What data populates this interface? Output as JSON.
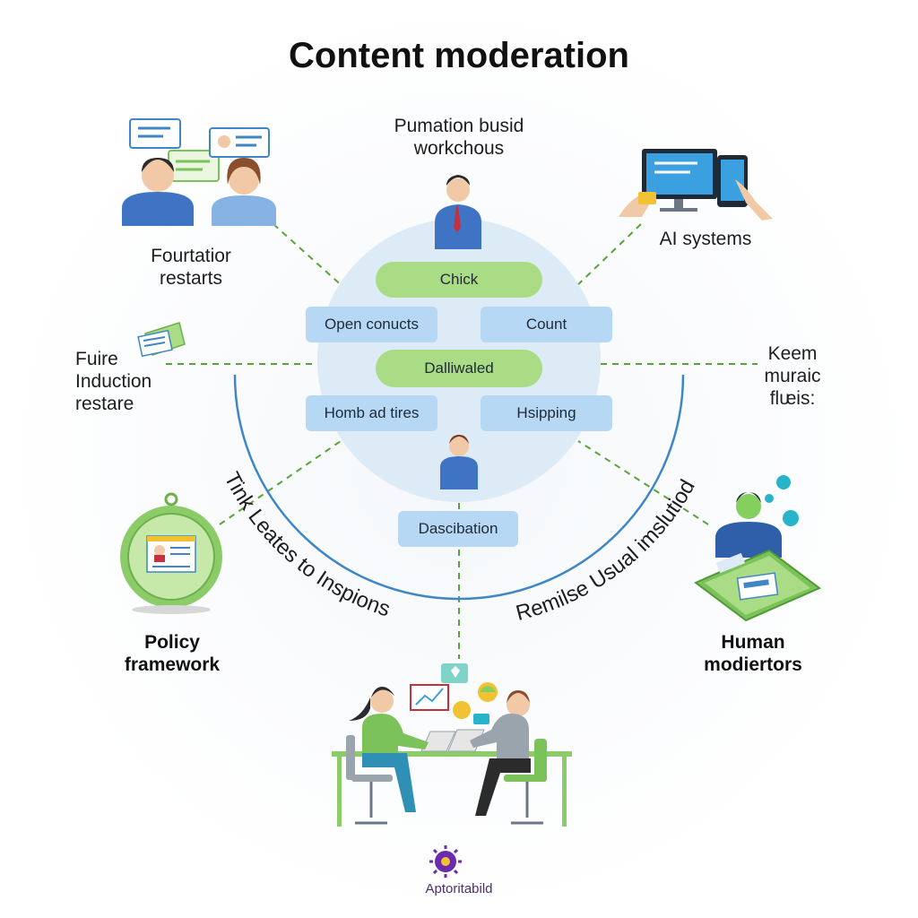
{
  "title": "Content moderation",
  "top_center": {
    "lines": [
      "Pumation busid",
      "workchous"
    ]
  },
  "top_left": {
    "lines": [
      "Fourtatior",
      "restarts"
    ]
  },
  "top_right": {
    "label": "AI systems"
  },
  "mid_left": {
    "lines": [
      "Fuire",
      "Induction",
      "restare"
    ]
  },
  "mid_right": {
    "lines": [
      "Keem",
      "muraic",
      "flᵫis:"
    ]
  },
  "bottom_left": {
    "lines": [
      "Policy",
      "framework"
    ]
  },
  "bottom_right": {
    "lines": [
      "Human",
      "modiertors"
    ]
  },
  "center_boxes": {
    "chick": "Chick",
    "open_conucts": "Open conucts",
    "count": "Count",
    "dalliwaled": "Dalliwaled",
    "homb_ad_tires": "Homb ad tires",
    "hsipping": "Hsipping",
    "dascibation": "Dascibation"
  },
  "arc_labels": {
    "left": "Tink Leates to Inspions",
    "right": "Remilse Usual imslutiod"
  },
  "brand": "Aptoritabild",
  "colors": {
    "green": "#a9dc84",
    "blue": "#b7d8f4",
    "circle": "#dcebf6",
    "arc": "#3f86c7",
    "dashed": "#5aa33a"
  }
}
